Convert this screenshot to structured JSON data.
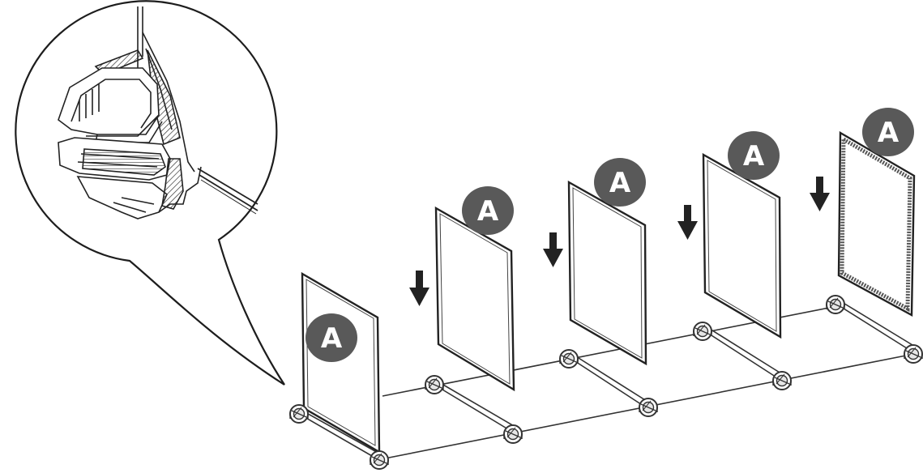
{
  "badge": {
    "label": "A",
    "color": "#595959"
  },
  "colors": {
    "line": "#3a3a3a",
    "arrow": "#222222",
    "panel_fill": "#ffffff"
  },
  "panels": [
    {
      "id": "panel-1",
      "label": "A",
      "arrow": false
    },
    {
      "id": "panel-2",
      "label": "A",
      "arrow": true
    },
    {
      "id": "panel-3",
      "label": "A",
      "arrow": true
    },
    {
      "id": "panel-4",
      "label": "A",
      "arrow": true
    },
    {
      "id": "panel-5",
      "label": "A",
      "arrow": true
    }
  ],
  "callout": {
    "icon": "corner-connector-detail",
    "shape": "speech-bubble"
  }
}
